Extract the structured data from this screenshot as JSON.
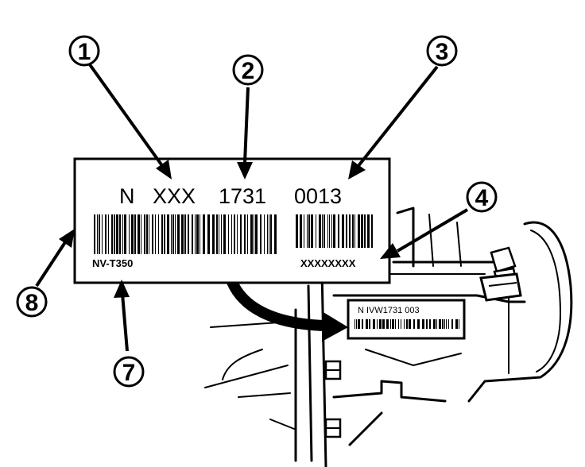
{
  "label": {
    "serial_prefix": "N",
    "serial_code": "XXX",
    "serial_part": "1731",
    "serial_seq": "0013",
    "model": "NV-T350",
    "sub_code": "XXXXXXXX"
  },
  "small_tag": {
    "text": "N IVW1731 003"
  },
  "callouts": [
    {
      "n": "1"
    },
    {
      "n": "2"
    },
    {
      "n": "3"
    },
    {
      "n": "4"
    },
    {
      "n": "7"
    },
    {
      "n": "8"
    }
  ],
  "colors": {
    "ink": "#000000",
    "paper": "#ffffff"
  },
  "icons": {
    "arrow": "curved-arrow-icon",
    "callout": "numbered-circle-icon"
  }
}
